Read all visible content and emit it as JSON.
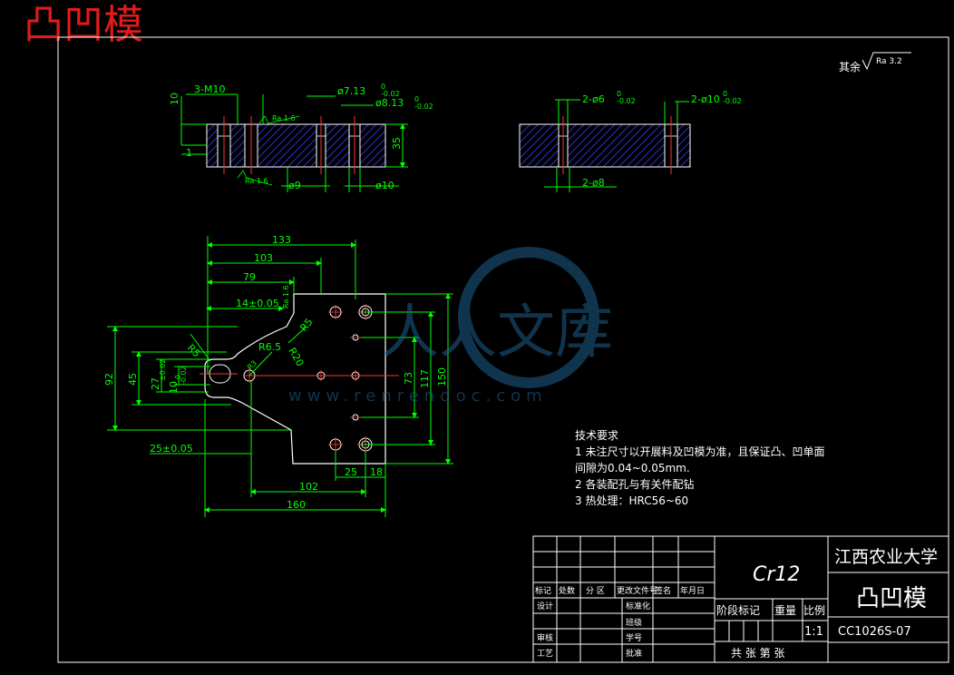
{
  "corner_title": "凸凹模",
  "surface_note": {
    "prefix": "其余",
    "value": "Ra 3.2"
  },
  "front_view": {
    "thread": "3-M10",
    "d1": "ø7.13",
    "d1_tol_up": "0",
    "d1_tol_dn": "-0.02",
    "d2": "ø8.13",
    "d2_tol_up": "0",
    "d2_tol_dn": "-0.02",
    "dim_10": "10",
    "dim_1": "1",
    "dim_35": "35",
    "d_bottom1": "ø9",
    "d_bottom2": "ø10",
    "rough_top": "Ra 1.6",
    "rough_bottom": "Ra 1.6"
  },
  "side_view": {
    "d1": "2-ø6",
    "d1_tol_up": "0",
    "d1_tol_dn": "-0.02",
    "d2": "2-ø10",
    "d2_tol_up": "0",
    "d2_tol_dn": "-0.02",
    "d_bottom": "2-ø8"
  },
  "plan_view": {
    "dims": {
      "d133": "133",
      "d103": "103",
      "d79": "79",
      "d14": "14±0.05",
      "d92": "92",
      "d45": "45",
      "d27": "27",
      "d27_tol": "±0.02",
      "d10": "10",
      "d10_tol_up": "0",
      "d10_tol_dn": "-0.02",
      "d25a": "25±0.05",
      "d102": "102",
      "d160": "160",
      "d25b": "25",
      "d18": "18",
      "d73": "73",
      "d117": "117",
      "d150": "150",
      "r5": "R5",
      "r6_5": "R6.5",
      "r20": "R20",
      "r5b": "R5",
      "r3": "R3",
      "rough_side": "Ra 1.6"
    }
  },
  "tech_requirements": {
    "title": "技术要求",
    "line1": "1  未注尺寸以开展料及凹模为准，且保证凸、凹单面",
    "line2": "间隙为0.04~0.05mm.",
    "line3": "2  各装配孔与有关件配钻",
    "line4": "3  热处理：HRC56~60"
  },
  "title_block": {
    "material": "Cr12",
    "school": "江西农业大学",
    "part_name": "凸凹模",
    "drawing_no": "CC1026S-07",
    "scale": "1:1",
    "col_labels": [
      "标记",
      "处数",
      "分 区",
      "更改文件号",
      "签名",
      "年月日"
    ],
    "row_design": [
      "设计",
      "标准化"
    ],
    "review": "审核",
    "process": "工艺",
    "cls": "班级",
    "student_no": "学号",
    "approve": "批准",
    "stage_mark": "阶段标记",
    "weight": "重量",
    "ratio": "比例",
    "sheets": "共 张   第 张"
  },
  "watermark": {
    "brand": "人人文库",
    "url": "www.renrendoc.com"
  },
  "colors": {
    "outline": "#ffffff",
    "dimension": "#00ff00",
    "center": "#ff3030",
    "hatch": "#3a3aff",
    "title": "#e21b1b"
  }
}
